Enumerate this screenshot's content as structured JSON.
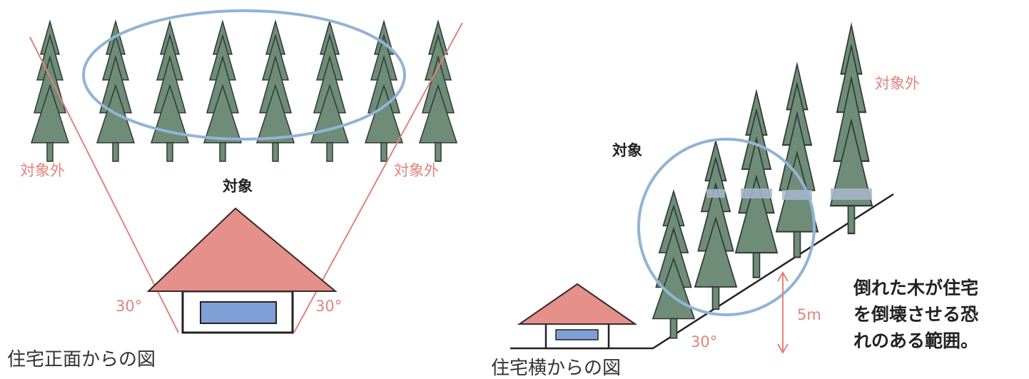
{
  "left_panel": {
    "caption": "住宅正面からの図",
    "label_target": "対象",
    "label_outside_left": "対象外",
    "label_outside_right": "対象外",
    "angle_left": "30°",
    "angle_right": "30°"
  },
  "right_panel": {
    "caption": "住宅横からの図",
    "label_target": "対象",
    "label_outside": "対象外",
    "angle": "30°",
    "height": "5m",
    "note_lines": [
      "倒れた木が住宅",
      "を倒壊させる恐",
      "れのある範囲。"
    ]
  },
  "colors": {
    "tree": "#6f8c78",
    "tree_outline": "#2e3a33",
    "roof": "#e5908a",
    "window": "#7f9fd6",
    "circle": "#92b4d4",
    "red_line": "#e2837a",
    "tree_highlight": "#a9b7cd"
  }
}
